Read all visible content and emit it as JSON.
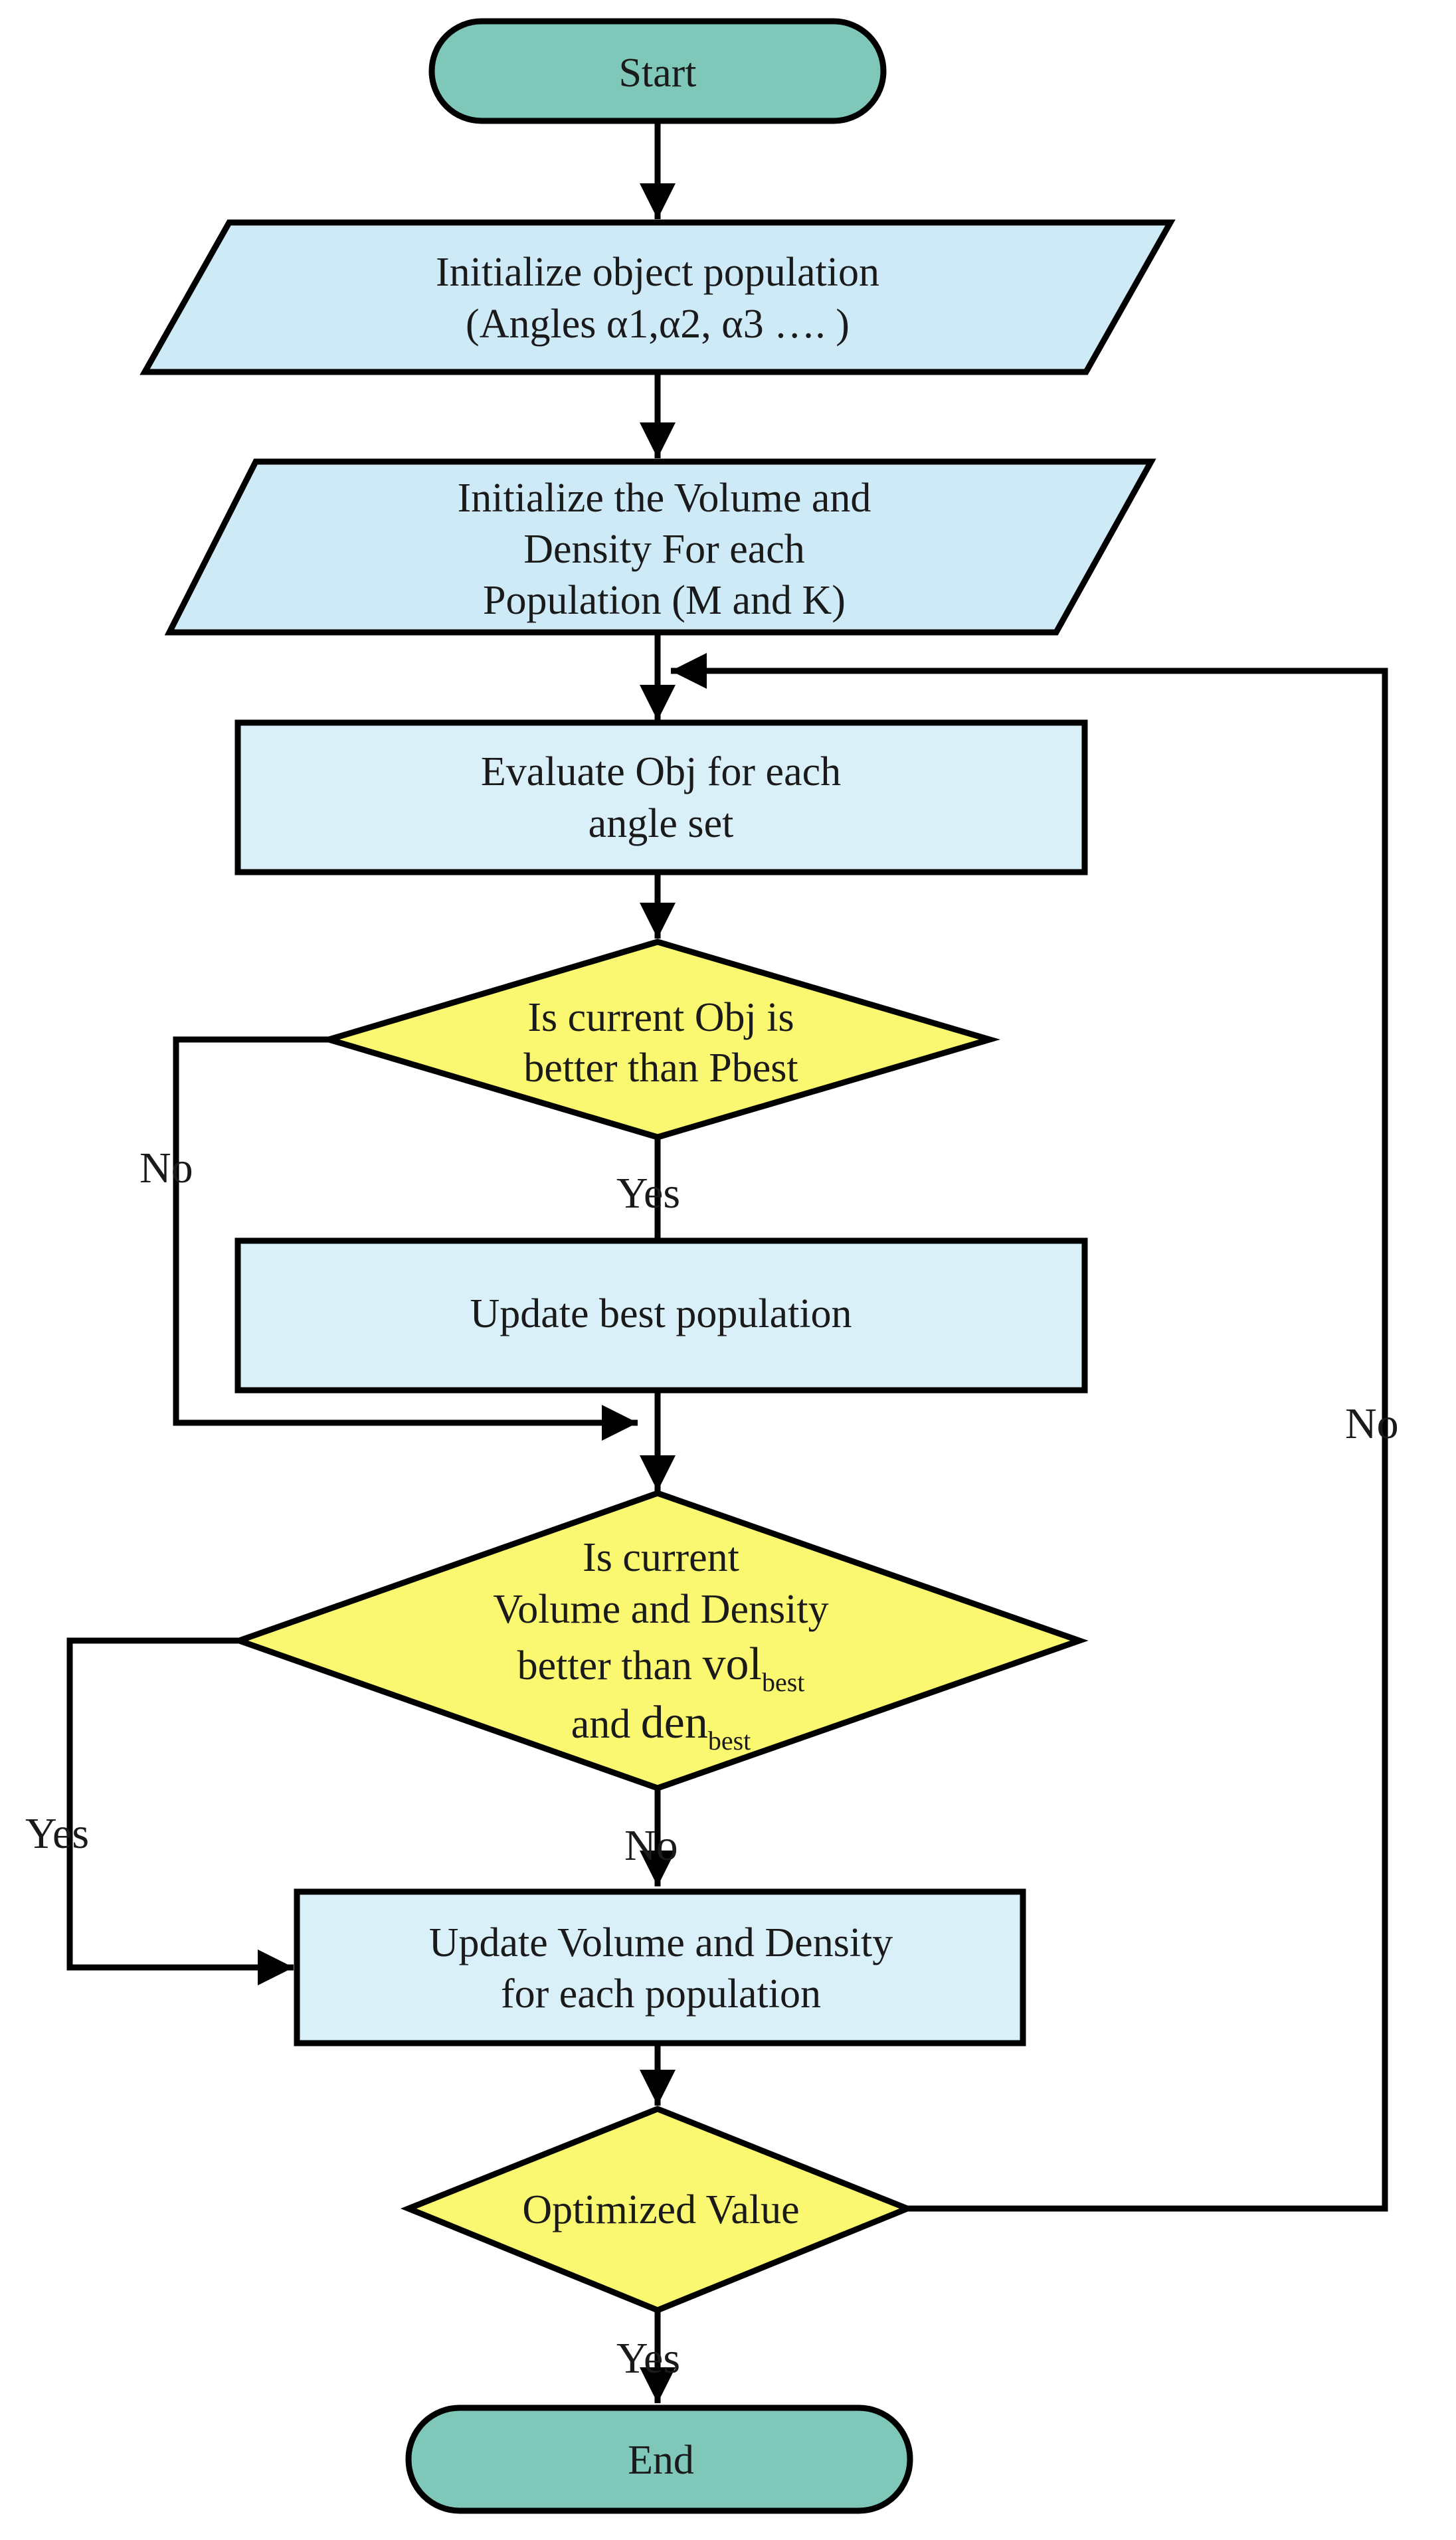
{
  "nodes": {
    "start": "Start",
    "init_population": [
      "Initialize object population",
      "(Angles α1,α2, α3 ….  )"
    ],
    "init_volume": [
      "Initialize the Volume and",
      "Density For each",
      "Population (M and K)"
    ],
    "evaluate": [
      "Evaluate Obj for each",
      "angle set"
    ],
    "decision_pbest": [
      "Is current Obj is",
      "better than Pbest"
    ],
    "update_best": "Update best population",
    "decision_volume": {
      "line1": "Is current",
      "line2": "Volume and Density",
      "line3": "better than ",
      "vol": "vol",
      "vol_sub": "best",
      "line4": "and ",
      "den": "den",
      "den_sub": "best"
    },
    "update_volume": [
      "Update Volume and Density",
      "for each population"
    ],
    "optimized": "Optimized Value",
    "end": "End"
  },
  "edge_labels": {
    "pbest_no": "No",
    "pbest_yes": "Yes",
    "volume_yes": "Yes",
    "volume_no": "No",
    "optimized_no": "No",
    "optimized_yes": "Yes"
  },
  "colors": {
    "terminal": "#7fc8b9",
    "io": "#cdeaf6",
    "process": "#d9f0f9",
    "decision": "#faf870",
    "stroke": "#000000"
  }
}
